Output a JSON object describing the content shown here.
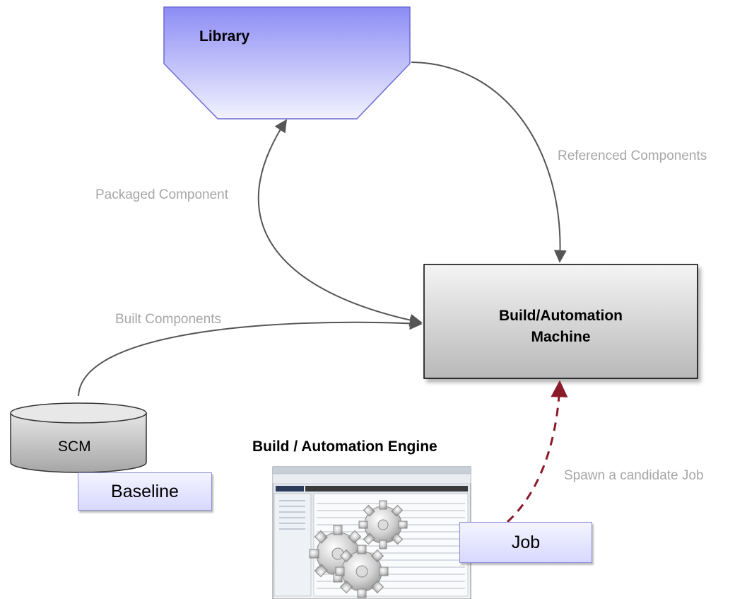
{
  "nodes": {
    "library": "Library",
    "build_machine_line1": "Build/Automation",
    "build_machine_line2": "Machine",
    "scm": "SCM",
    "engine_title": "Build / Automation Engine"
  },
  "tags": {
    "baseline": "Baseline",
    "job": "Job"
  },
  "edges": {
    "packaged_component": "Packaged Component",
    "referenced_components": "Referenced Components",
    "built_components": "Built Components",
    "spawn_job": "Spawn a candidate Job"
  },
  "colors": {
    "library_fill": "#9999ff",
    "edge_gray": "#555555",
    "dashed_arrow": "#8b1a2b",
    "label_gray": "#a6a6a6"
  }
}
